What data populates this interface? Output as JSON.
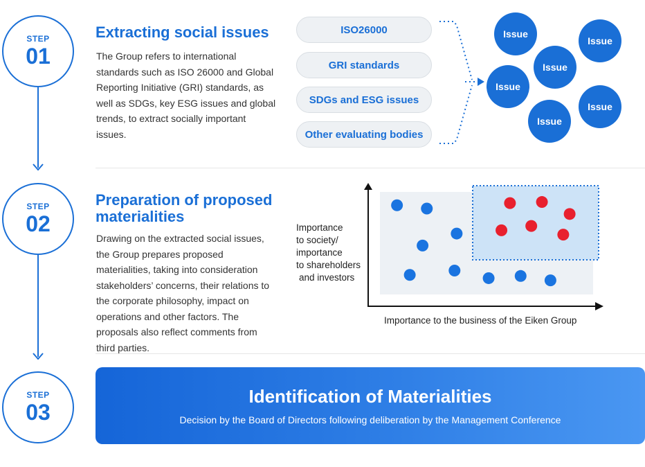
{
  "steps": [
    {
      "word": "STEP",
      "number": "01",
      "title": "Extracting social issues",
      "description": "The Group refers to international standards such as ISO 26000 and Global Reporting Initiative (GRI) standards, as well as SDGs, key ESG issues and global trends, to extract socially important issues.",
      "sources": [
        "ISO26000",
        "GRI standards",
        "SDGs and ESG issues",
        "Other evaluating bodies"
      ],
      "issue_label": "Issue"
    },
    {
      "word": "STEP",
      "number": "02",
      "title_line1": "Preparation of proposed",
      "title_line2": "materialities",
      "description": "Drawing on the extracted social issues, the Group prepares proposed materialities, taking into consideration stakeholders’ concerns, their relations to the corporate philosophy, impact on operations and other factors. The proposals also reflect comments from third parties.",
      "ylabel_lines": [
        "Importance",
        "to society/",
        "importance",
        "to shareholders",
        "and investors"
      ],
      "xlabel": "Importance to the business of the Eiken Group"
    },
    {
      "word": "STEP",
      "number": "03",
      "title": "Identification of Materialities",
      "subtitle": "Decision by the Board of Directors following deliberation by the Management Conference"
    }
  ],
  "colors": {
    "accent": "#1a6fd6",
    "dot_blue": "#1a74e0",
    "dot_red": "#e8202e",
    "plot_bg": "#edf1f5",
    "highlight_bg": "#cde3f7"
  },
  "chart_data": {
    "type": "scatter",
    "xlabel": "Importance to the business of the Eiken Group",
    "ylabel": "Importance to society/ importance to shareholders and investors",
    "series": [
      {
        "color": "blue",
        "points": [
          [
            0.08,
            0.82
          ],
          [
            0.22,
            0.79
          ],
          [
            0.36,
            0.56
          ],
          [
            0.2,
            0.45
          ],
          [
            0.14,
            0.18
          ],
          [
            0.35,
            0.22
          ],
          [
            0.51,
            0.15
          ],
          [
            0.66,
            0.17
          ],
          [
            0.8,
            0.13
          ]
        ]
      },
      {
        "color": "red",
        "points": [
          [
            0.61,
            0.84
          ],
          [
            0.76,
            0.85
          ],
          [
            0.89,
            0.74
          ],
          [
            0.57,
            0.59
          ],
          [
            0.71,
            0.63
          ],
          [
            0.86,
            0.55
          ]
        ]
      }
    ]
  }
}
